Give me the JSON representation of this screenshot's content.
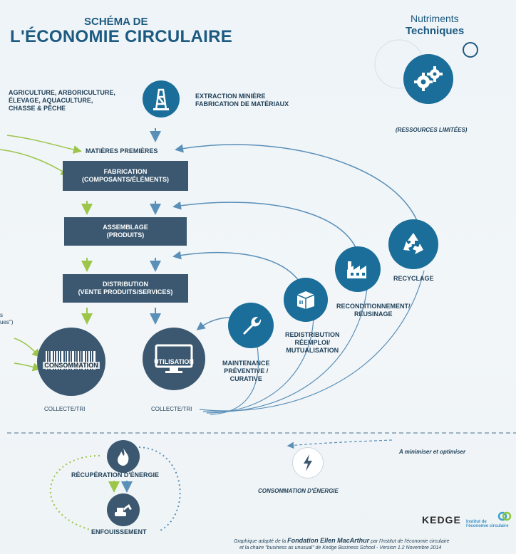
{
  "header": {
    "title_top": "SCHÉMA DE",
    "title_main": "L'ÉCONOMIE CIRCULAIRE"
  },
  "nutriments": {
    "line1": "Nutriments",
    "line2": "Techniques",
    "note": "(RESSOURCES LIMITÉES)",
    "icon": "gears-icon"
  },
  "left_sources": {
    "agri": [
      "AGRICULTURE, ARBORICULTURE,",
      "ÉLEVAGE, AQUACULTURE,",
      "CHASSE & PÊCHE"
    ],
    "extraction": [
      "EXTRACTION MINIÈRE",
      "FABRICATION DE MATÉRIAUX"
    ],
    "extraction_icon": "mining-tower-icon"
  },
  "flow": {
    "matieres": "MATIÈRES PREMIÈRES",
    "fabrication": [
      "FABRICATION",
      "(COMPOSANTS/ÉLÉMENTS)"
    ],
    "assemblage": [
      "ASSEMBLAGE",
      "(PRODUITS)"
    ],
    "distribution": [
      "DISTRIBUTION",
      "(VENTE PRODUITS/SERVICES)"
    ]
  },
  "loops": {
    "recyclage": "RECYCLAGE",
    "reconditionnement": [
      "RECONDITIONNEMENT/",
      "RÉUSINAGE"
    ],
    "redistribution": [
      "REDISTRIBUTION",
      "RÉEMPLOI/",
      "MUTUALISATION"
    ],
    "maintenance": [
      "MAINTENANCE",
      "PRÉVENTIVE /",
      "CURATIVE"
    ]
  },
  "nodes": {
    "consommation": "CONSOMMATION",
    "utilisation": "UTILISATION",
    "collecte1": "COLLECTE/TRI",
    "collecte2": "COLLECTE/TRI",
    "left_cut_1": "s",
    "left_cut_2": "ues\")"
  },
  "bottom": {
    "minimiser": "A minimiser et optimiser",
    "recuperation": "RÉCUPÉRATION D'ÉNERGIE",
    "enfouissement": "ENFOUISSEMENT",
    "conso_energie": "CONSOMMATION D'ÉNERGIE",
    "logo_kedge": "KEDGE",
    "logo_institut_1": "Institut de",
    "logo_institut_2": "l'économie circulaire",
    "credit_1a": "Graphique adapté de la ",
    "credit_1b": "Fondation Ellen MacArthur",
    "credit_1c": " par l'Institut de l'économie circulaire",
    "credit_2": "et la chaire \"business as unusual\" de Kedge Business School - Version 1.2 Novembre 2014"
  },
  "colors": {
    "dark_blue": "#1d5a80",
    "banner": "#3b5870",
    "circle_blue": "#1a6e99",
    "node_dark": "#3b5870",
    "arrow_green": "#9cc54a",
    "arrow_blue": "#5a8fb8"
  }
}
